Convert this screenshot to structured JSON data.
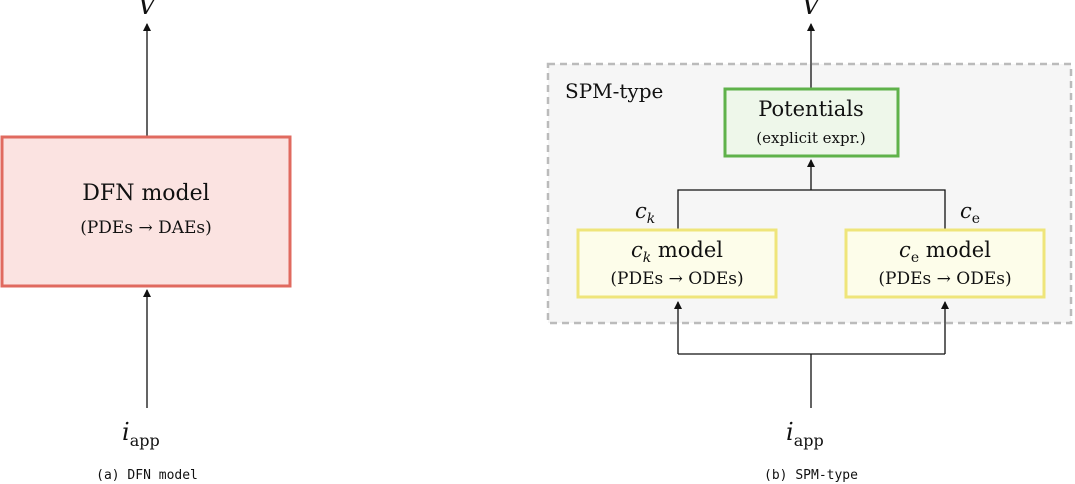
{
  "left": {
    "output_label_main": "V",
    "box_title": "DFN model",
    "box_subtitle": "(PDEs → DAEs)",
    "input_label_main": "i",
    "input_label_sub": "app",
    "caption": "(a) DFN model"
  },
  "right": {
    "output_label_main": "V",
    "group_label": "SPM-type",
    "potentials_title": "Potentials",
    "potentials_subtitle": "(explicit expr.)",
    "ck_edge_label_main": "c",
    "ck_edge_label_sub": "k",
    "ce_edge_label_main": "c",
    "ce_edge_label_sub": "e",
    "ck_box_title_main": "c",
    "ck_box_title_sub": "k",
    "ck_box_title_rest": " model",
    "ck_box_subtitle": "(PDEs → ODEs)",
    "ce_box_title_main": "c",
    "ce_box_title_sub": "e",
    "ce_box_title_rest": " model",
    "ce_box_subtitle": "(PDEs → ODEs)",
    "input_label_main": "i",
    "input_label_sub": "app",
    "caption": "(b) SPM-type"
  },
  "colors": {
    "dfn_fill": "#fbe3e1",
    "dfn_stroke": "#e06a5f",
    "potentials_fill": "#eef7ea",
    "potentials_stroke": "#5fb24a",
    "submodel_fill": "#fdfdea",
    "submodel_stroke": "#efe57a",
    "group_fill": "#f6f6f6",
    "group_stroke": "#bbbbbb",
    "line": "#111111"
  }
}
